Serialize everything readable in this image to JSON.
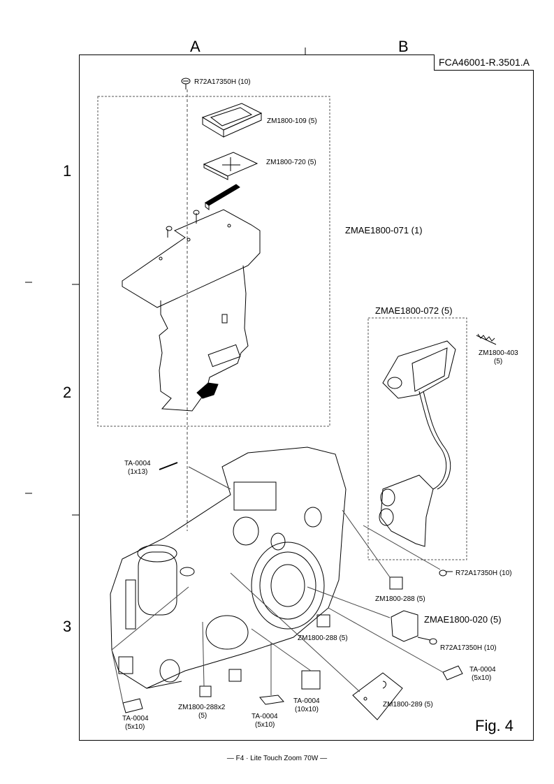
{
  "header": {
    "columns": [
      "A",
      "B"
    ],
    "rows": [
      "1",
      "2",
      "3"
    ],
    "doc_id": "FCA46001-R.3501.A"
  },
  "parts": {
    "screw_top": "R72A17350H (10)",
    "zm109": "ZM1800-109 (5)",
    "zm720": "ZM1800-720 (5)",
    "zmae071": "ZMAE1800-071 (1)",
    "zmae072": "ZMAE1800-072 (5)",
    "zm403": "ZM1800-403",
    "zm403_qty": "(5)",
    "screw_right": "R72A17350H (10)",
    "ta_1x13": "TA-0004",
    "ta_1x13_qty": "(1x13)",
    "zm288_right": "ZM1800-288 (5)",
    "zmae020": "ZMAE1800-020 (5)",
    "screw_bottom": "R72A17350H (10)",
    "zm288_mid": "ZM1800-288 (5)",
    "ta_5x10_right": "TA-0004",
    "ta_5x10_right_qty": "(5x10)",
    "zm289": "ZM1800-289 (5)",
    "ta_10x10": "TA-0004",
    "ta_10x10_qty": "(10x10)",
    "ta_5x10_center": "TA-0004",
    "ta_5x10_center_qty": "(5x10)",
    "zm288x2": "ZM1800-288x2",
    "zm288x2_qty": "(5)",
    "ta_5x10_left": "TA-0004",
    "ta_5x10_left_qty": "(5x10)"
  },
  "figure_label": "Fig. 4",
  "footer": "— F4 · Lite Touch Zoom 70W —"
}
